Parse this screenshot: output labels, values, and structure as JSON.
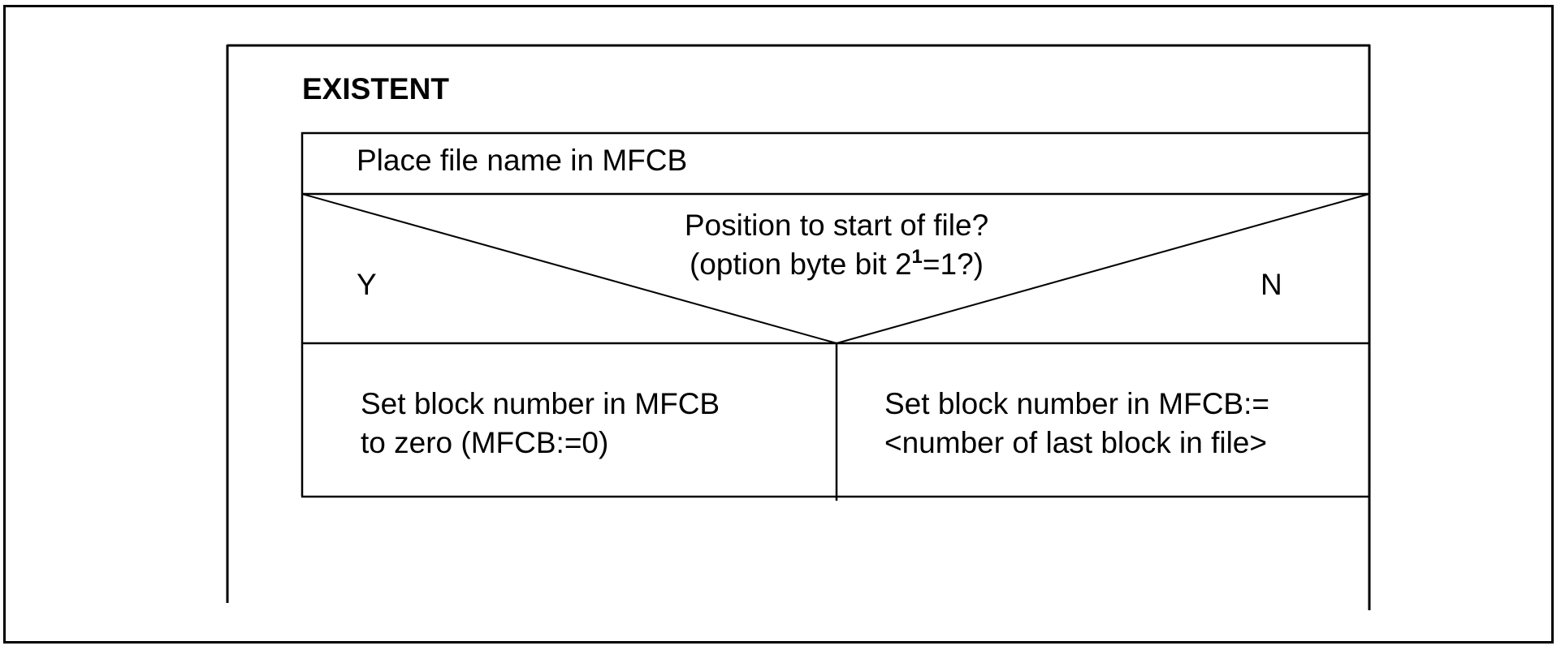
{
  "title": "EXISTENT",
  "steps": {
    "place": "Place file name in MFCB"
  },
  "decision": {
    "line1": "Position to start of file?",
    "line2_prefix": "(option byte bit 2",
    "line2_sup": "1",
    "line2_suffix": "=1?)",
    "yes_label": "Y",
    "no_label": "N"
  },
  "branches": {
    "yes": {
      "line1": "Set block number in MFCB",
      "line2": "to zero (MFCB:=0)"
    },
    "no": {
      "line1": "Set block number in MFCB:=",
      "line2": "<number of last block in file>"
    }
  }
}
